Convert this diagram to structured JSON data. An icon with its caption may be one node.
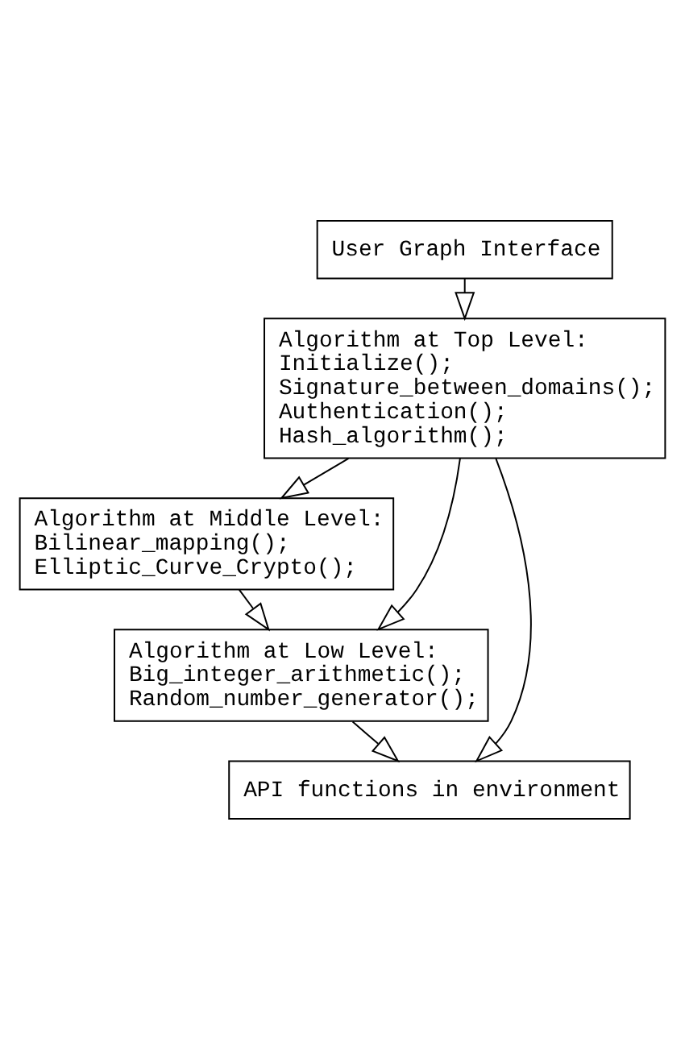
{
  "diagram": {
    "nodes": [
      {
        "text": [
          "User Graph Interface"
        ]
      },
      {
        "text": [
          "Algorithm at Top Level:",
          "Initialize();",
          "Signature_between_domains();",
          "Authentication();",
          "Hash_algorithm();"
        ]
      },
      {
        "text": [
          "Algorithm at Middle Level:",
          "Bilinear_mapping();",
          "Elliptic_Curve_Crypto();"
        ]
      },
      {
        "text": [
          "Algorithm at Low Level:",
          "Big_integer_arithmetic();",
          "Random_number_generator();"
        ]
      },
      {
        "text": [
          "API functions in environment"
        ]
      }
    ],
    "edges": [
      {
        "from": 0,
        "to": 1,
        "arrow": "to"
      },
      {
        "from": 1,
        "to": 2,
        "arrow": "to"
      },
      {
        "from": 2,
        "to": 3,
        "arrow": "to"
      },
      {
        "from": 1,
        "to": 3,
        "arrow": "to"
      },
      {
        "from": 1,
        "to": 4,
        "arrow": "to"
      },
      {
        "from": 3,
        "to": 4,
        "arrow": "to"
      }
    ]
  }
}
